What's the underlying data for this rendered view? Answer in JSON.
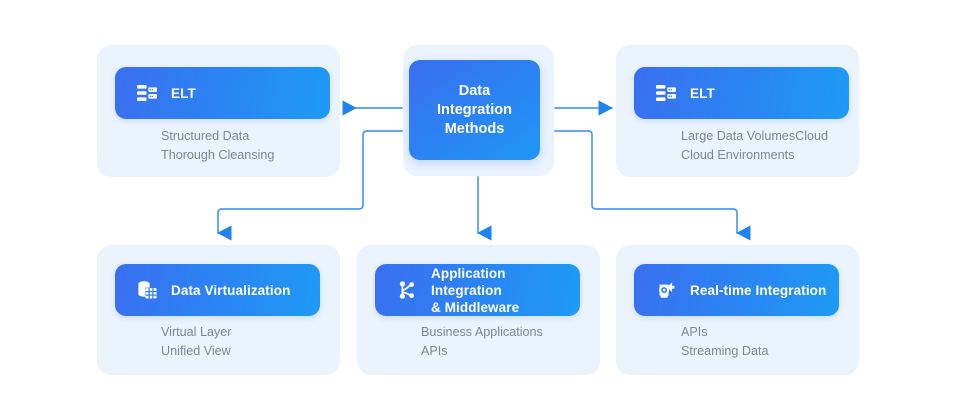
{
  "diagram": {
    "title": "Data Integration Methods",
    "colors": {
      "card_bg": "#ebf3fc",
      "chip_gradient_start": "#3a6ff0",
      "chip_gradient_end": "#1e9bf5",
      "connector": "#4e9af0",
      "desc_text": "#7b8796",
      "chip_text": "#ffffff",
      "page_bg": "#ffffff"
    }
  },
  "hub": {
    "label": "Data\nIntegration\nMethods"
  },
  "nodes": [
    {
      "id": "elt-left",
      "icon": "elt-transform-icon",
      "label": "ELT",
      "description": "Structured Data\nThorough Cleansing"
    },
    {
      "id": "elt-right",
      "icon": "elt-transform-icon",
      "label": "ELT",
      "description": "Large Data VolumesCloud\nCloud Environments"
    },
    {
      "id": "data-virtualization",
      "icon": "database-grid-icon",
      "label": "Data Virtualization",
      "description": "Virtual Layer\nUnified View"
    },
    {
      "id": "application-integration",
      "icon": "node-branch-icon",
      "label": "Application Integration\n& Middleware",
      "description": "Business Applications\nAPIs"
    },
    {
      "id": "real-time-integration",
      "icon": "realtime-target-icon",
      "label": "Real-time Integration",
      "description": "APIs\nStreaming Data"
    }
  ]
}
